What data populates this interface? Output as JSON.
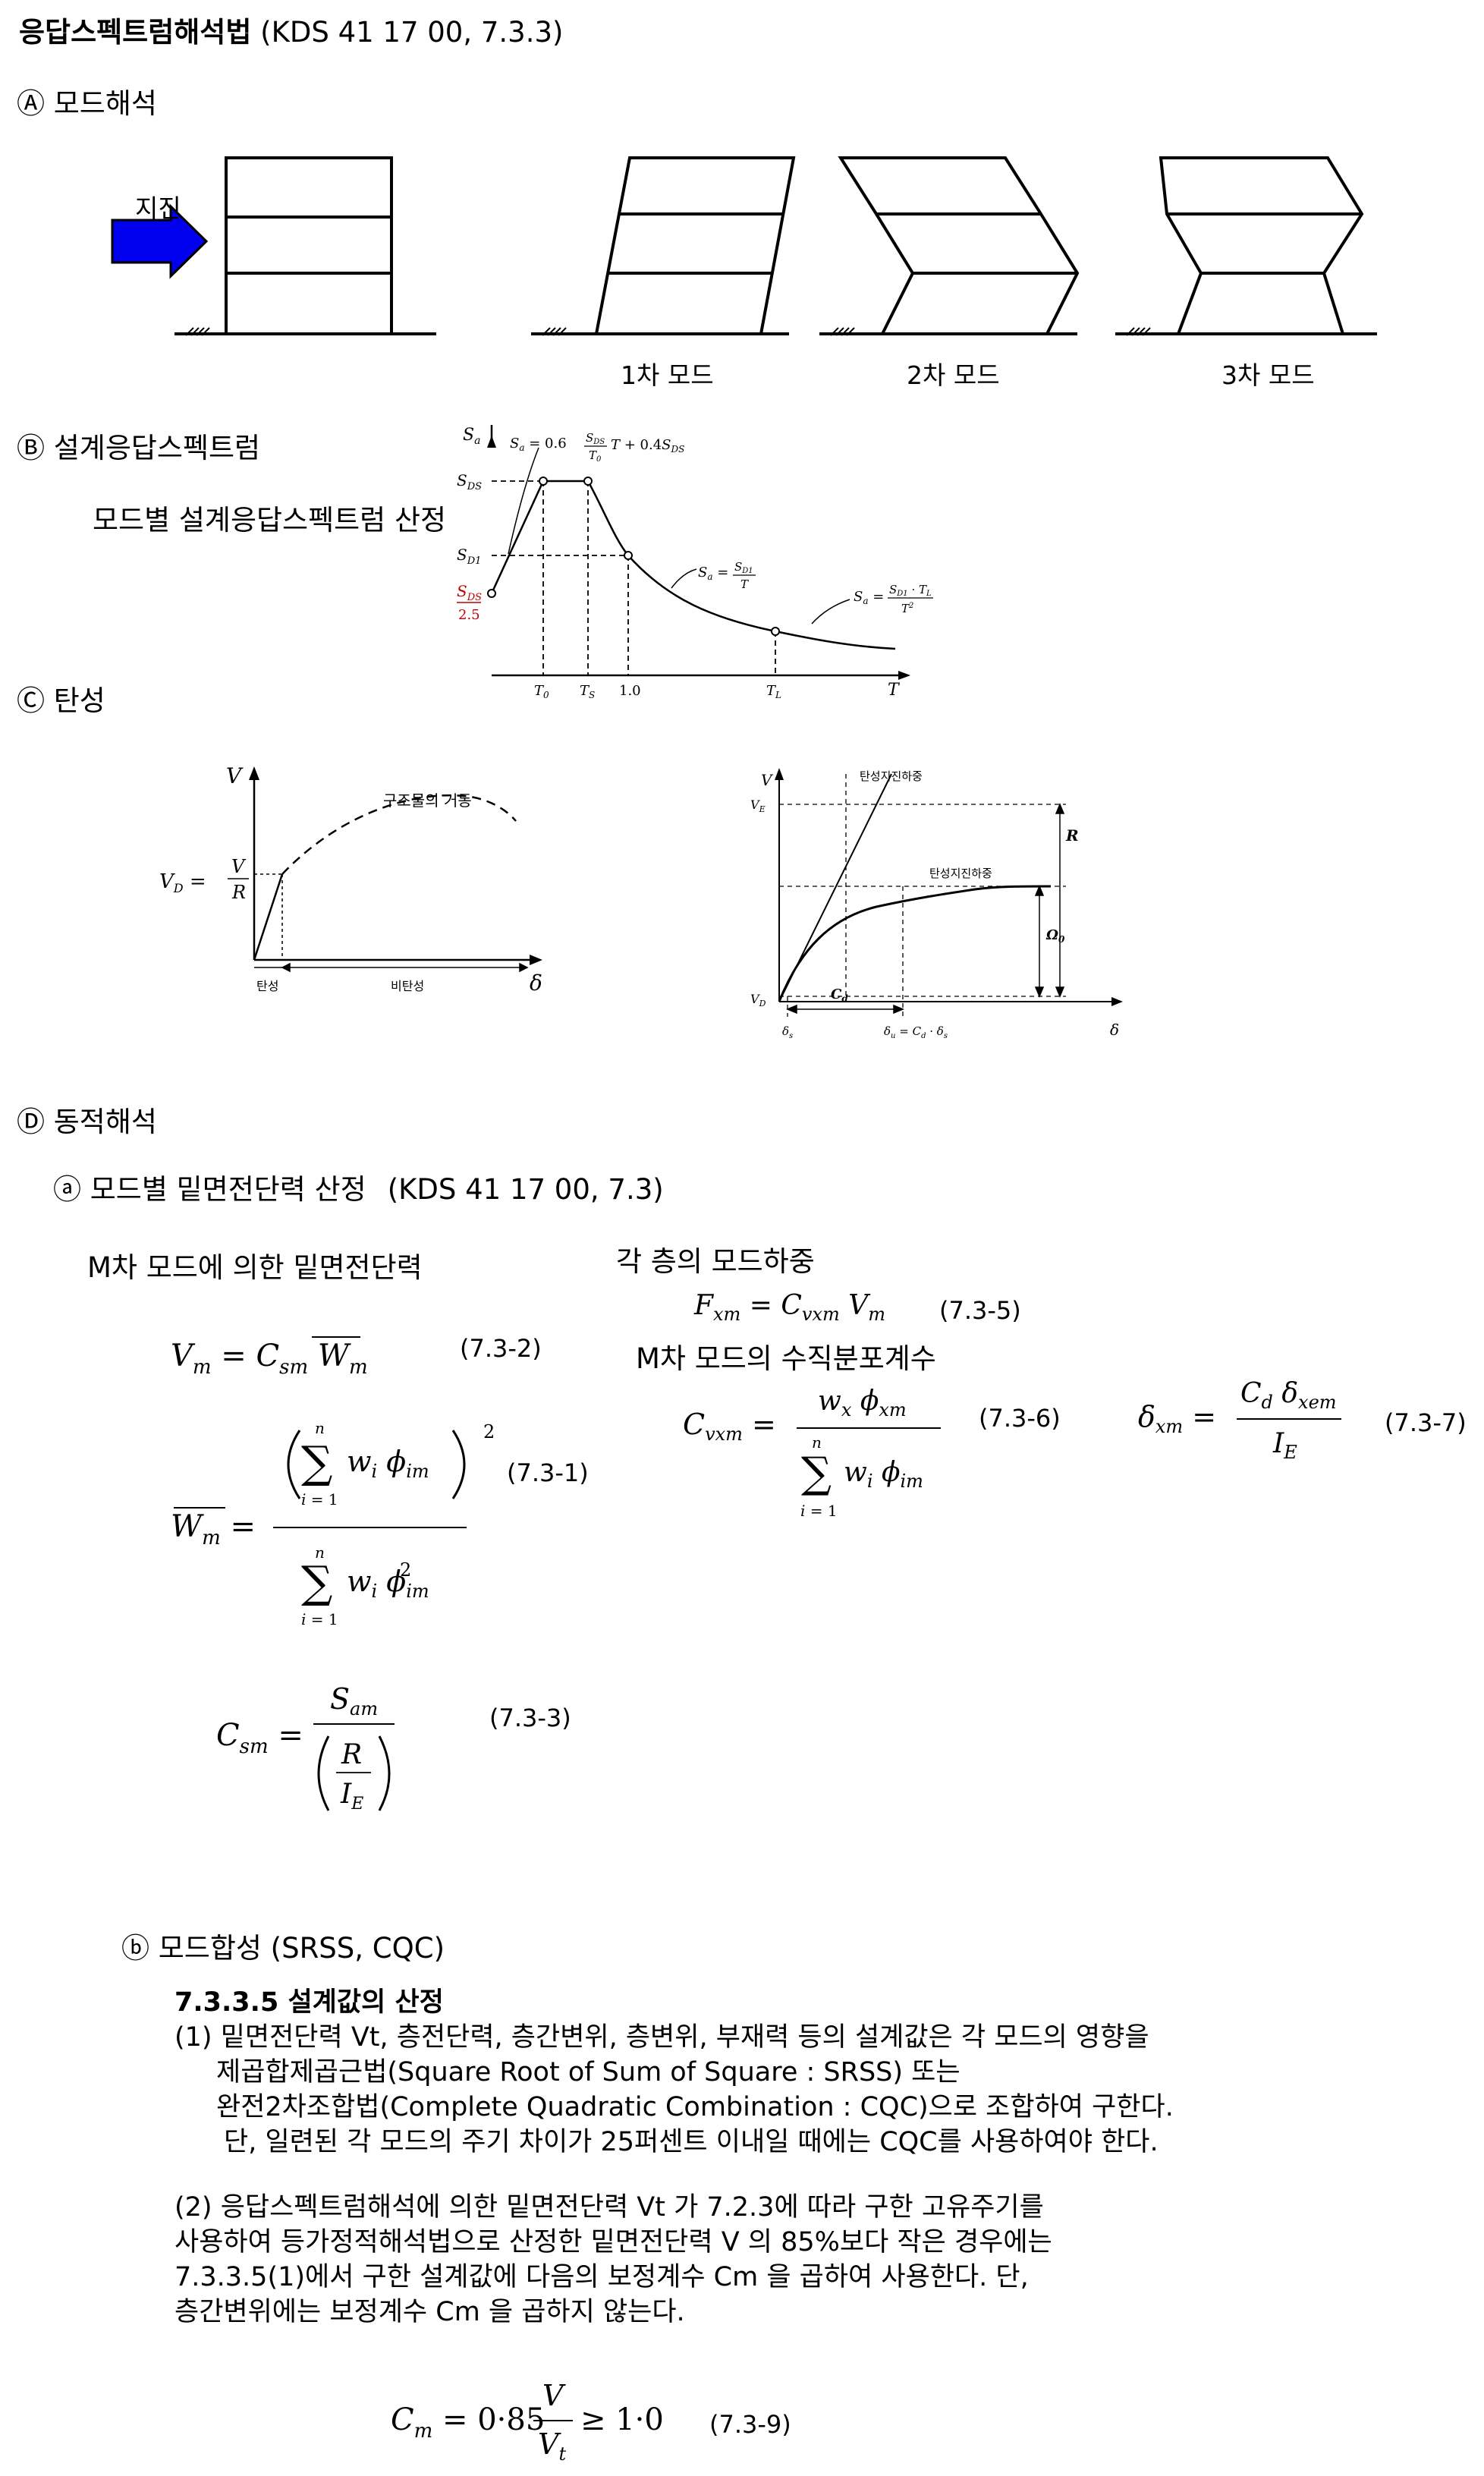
{
  "title": {
    "bold": "응답스펙트럼해석법",
    "normal": " (KDS 41 17 00, 7.3.3)"
  },
  "section_a": {
    "heading": "Ⓐ 모드해석",
    "arrow_label": "지진",
    "modes": [
      "1차 모드",
      "2차 모드",
      "3차 모드"
    ]
  },
  "section_b": {
    "heading": "Ⓑ  설계응답스펙트럼",
    "subheading": "모드별 설계응답스펙트럼 산정",
    "spectrum": {
      "y_axis": "Sa",
      "x_axis": "T",
      "sds": "SDS",
      "sd1": "SD1",
      "sds25_top": "SDS",
      "sds25_bottom": "2.5",
      "eq_rise": "Sa = 0.6 (SDS/T0) T + 0.4SDS",
      "eq_sd1": "Sa = SD1 / T",
      "eq_tl": "Sa = SD1 · TL / T²",
      "ticks": [
        "T0",
        "TS",
        "1.0",
        "TL"
      ]
    }
  },
  "section_c": {
    "heading": "Ⓒ 탄성",
    "left_chart": {
      "y_axis": "V",
      "x_axis": "δ",
      "vd_eq": "VD =",
      "vd_num": "V",
      "vd_den": "R",
      "curve_label": "구조물의 거동",
      "elastic": "탄성",
      "inelastic": "비탄성"
    },
    "right_chart": {
      "y_axis": "V",
      "x_axis": "δ",
      "ve": "VE",
      "vd": "VD",
      "label_top": "탄성지진하중",
      "label_mid": "탄성지진하중",
      "r": "R",
      "omega": "Ω0",
      "cd": "Cd",
      "delta_s": "δs",
      "delta_u": "δu = Cd · δs"
    }
  },
  "section_d": {
    "heading": "Ⓓ  동적해석",
    "sub_a": {
      "label": "ⓐ 모드별 밑면전단력 산정",
      "ref": "(KDS 41 17 00, 7.3)"
    },
    "m_base_shear": "M차 모드에 의한 밑면전단력",
    "story_load": "각 층의 모드하중",
    "vertical_dist": "M차 모드의 수직분포계수",
    "eq_numbers": {
      "e732": "(7.3-2)",
      "e731": "(7.3-1)",
      "e733": "(7.3-3)",
      "e735": "(7.3-5)",
      "e736": "(7.3-6)",
      "e737": "(7.3-7)",
      "e739": "(7.3-9)"
    },
    "sub_b": "ⓑ 모드합성 (SRSS, CQC)",
    "clause_title": "7.3.3.5 설계값의 산정",
    "para1": [
      "(1) 밑면전단력 Vt, 층전단력, 층간변위, 층변위, 부재력 등의 설계값은 각 모드의 영향을",
      "제곱합제곱근법(Square Root of Sum of Square : SRSS) 또는",
      "완전2차조합법(Complete Quadratic Combination : CQC)으로 조합하여 구한다.",
      "단, 일련된 각 모드의 주기 차이가 25퍼센트 이내일 때에는 CQC를 사용하여야 한다."
    ],
    "para2": [
      "(2) 응답스펙트럼해석에 의한 밑면전단력     Vt  가 7.2.3에 따라 구한 고유주기를",
      "사용하여 등가정적해석법으로 산정한 밑면전단력   V  의 85%보다 작은 경우에는",
      "7.3.3.5(1)에서 구한 설계값에 다음의 보정계수  Cm      을 곱하여 사용한다. 단,",
      "층간변위에는 보정계수  Cm     을 곱하지 않는다."
    ]
  }
}
